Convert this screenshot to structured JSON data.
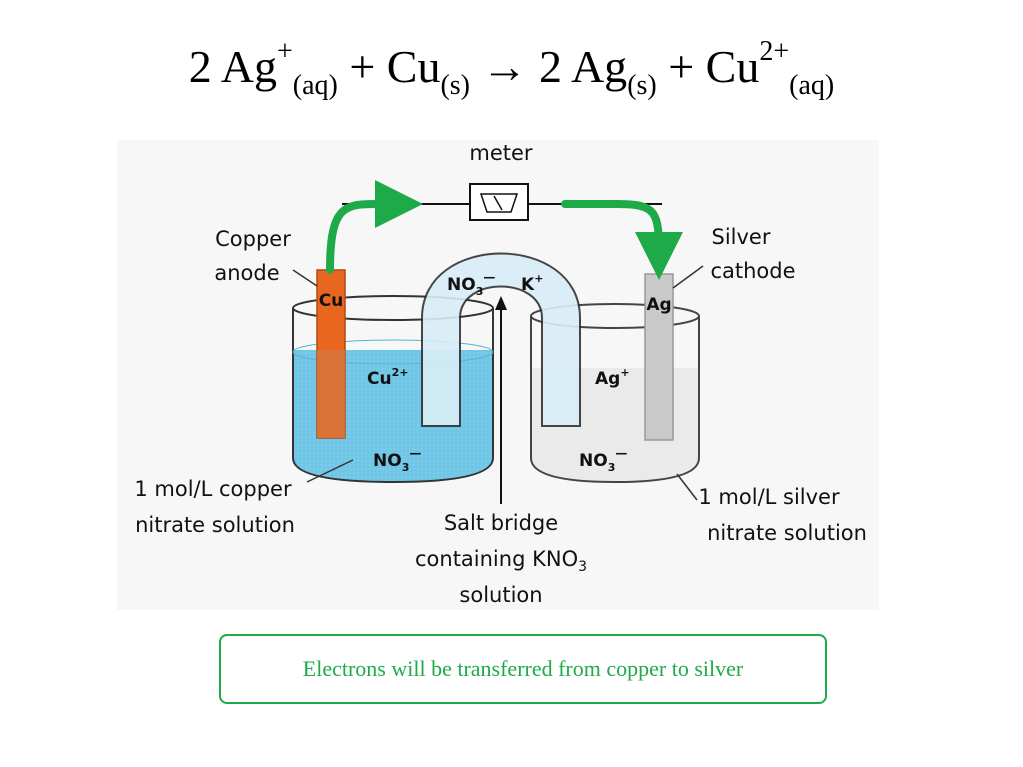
{
  "equation": {
    "coef1": "2 Ag",
    "sup1": "+",
    "sub1": "(aq)",
    "plus1": " + Cu",
    "sub2": "(s)",
    "arrow": " → 2 Ag",
    "sub3": "(s)",
    "plus2": " + Cu",
    "sup2": "2+",
    "sub4": "(aq)"
  },
  "diagram": {
    "meter_label": "meter",
    "copper_anode_line1": "Copper",
    "copper_anode_line2": "anode",
    "silver_cathode_line1": "Silver",
    "silver_cathode_line2": "cathode",
    "cu_electrode": "Cu",
    "ag_electrode": "Ag",
    "bridge_no3": "NO",
    "bridge_no3_sub": "3",
    "bridge_no3_charge": "—",
    "bridge_k": "K",
    "bridge_k_sup": "+",
    "left_ion": "Cu",
    "left_ion_sup": "2+",
    "left_anion": "NO",
    "left_anion_sub": "3",
    "left_anion_charge": "—",
    "right_ion": "Ag",
    "right_ion_sup": "+",
    "right_anion": "NO",
    "right_anion_sub": "3",
    "right_anion_charge": "—",
    "left_solution_line1": "1 mol/L copper",
    "left_solution_line2": "nitrate solution",
    "right_solution_line1": "1 mol/L silver",
    "right_solution_line2": "nitrate solution",
    "salt_bridge_line1": "Salt bridge",
    "salt_bridge_line2": "containing KNO",
    "salt_bridge_line2_sub": "3",
    "salt_bridge_line3": "solution",
    "colors": {
      "copper_solution": "#6fc6e6",
      "copper_electrode": "#e8661e",
      "silver_electrode": "#c9c9c9",
      "arrow_green": "#1faa4a",
      "bridge_fill": "#d8eef7"
    }
  },
  "note": {
    "text": "Electrons will be transferred from copper to silver",
    "color": "#1faa4a"
  }
}
